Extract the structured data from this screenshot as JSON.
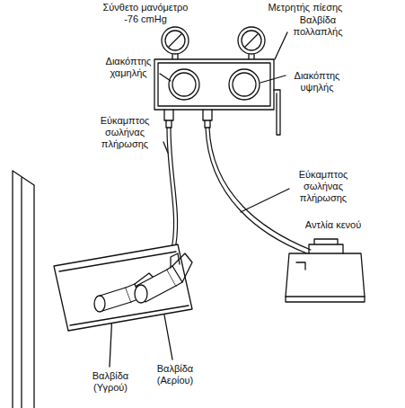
{
  "diagram": {
    "labels": [
      "Σύνθετο μανόμετρο -76 cmHg",
      "Μετρητής πίεσης",
      "Βαλβίδα πολλαπλής",
      "Διακόπτης χαμηλής",
      "Διακόπτης υψηλής",
      "Εύκαμπτος σωλήνας πλήρωσης",
      "Εύκαμπτος σωλήνας πλήρωσης",
      "Αντλία κενού",
      "Βαλβίδα (Υγρού)",
      "Βαλβίδα (Αερίου)"
    ]
  }
}
